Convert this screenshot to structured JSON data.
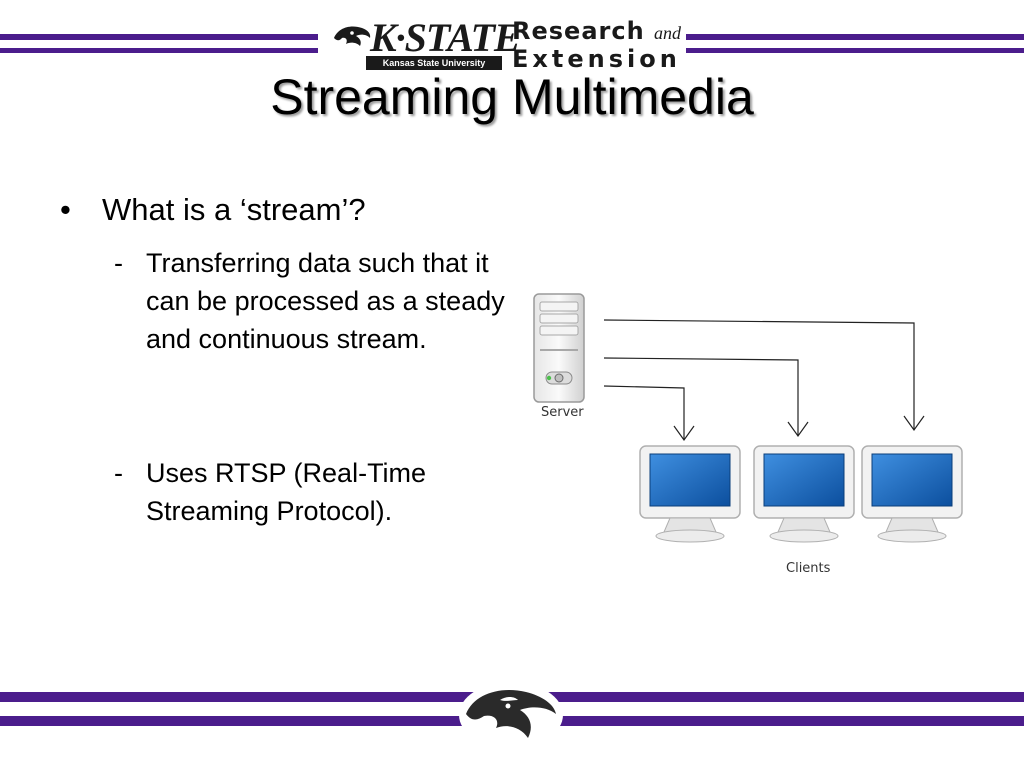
{
  "header": {
    "logo_kstate": "K·STATE",
    "logo_university": "Kansas State University",
    "logo_research": "Research",
    "logo_and": "and",
    "logo_extension": "Extension"
  },
  "slide": {
    "title": "Streaming Multimedia",
    "bullets": [
      {
        "marker": "•",
        "text": "What is a ‘stream’?",
        "subs": [
          {
            "marker": "-",
            "text": "Transferring data such that it can be processed as a steady and continuous stream."
          },
          {
            "marker": "-",
            "text": "Uses RTSP (Real-Time Streaming Protocol)."
          }
        ]
      }
    ]
  },
  "diagram": {
    "server_label": "Server",
    "clients_label": "Clients",
    "client_count": 3
  },
  "colors": {
    "stripe": "#4b1d8c",
    "screen": "#1a6fc6",
    "text": "#000000"
  }
}
